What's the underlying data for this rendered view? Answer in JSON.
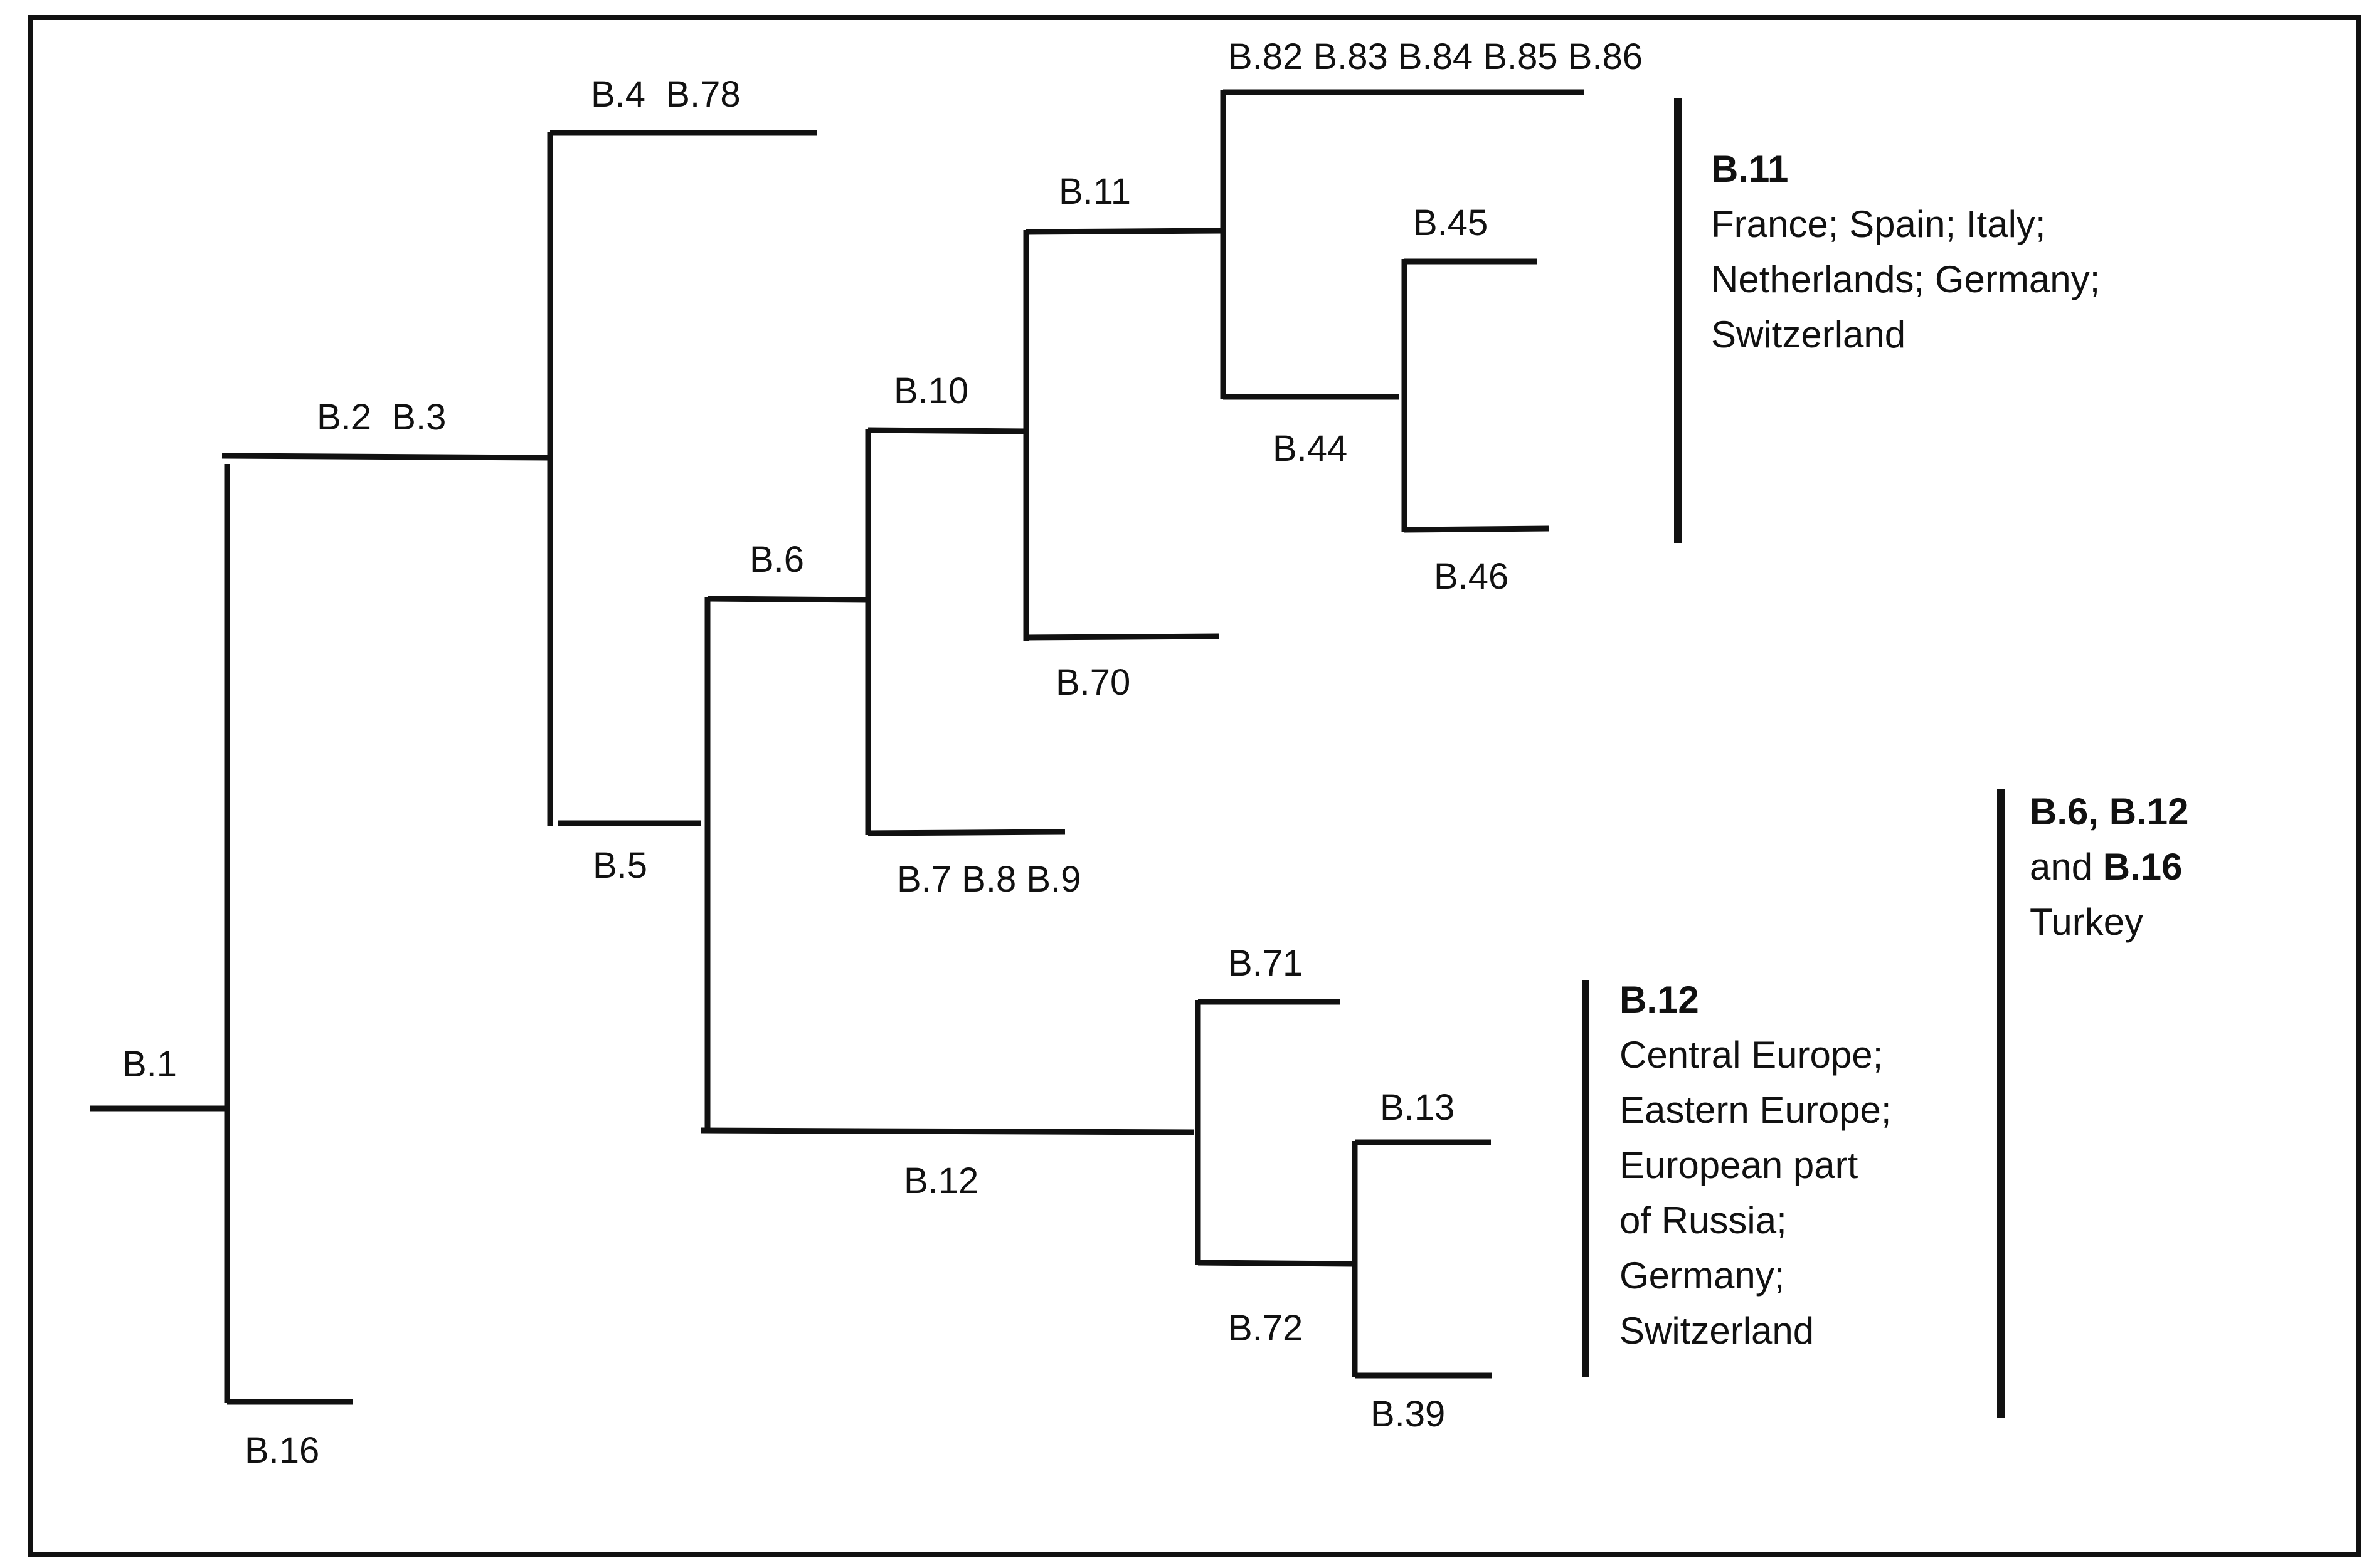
{
  "lineages": {
    "b1": "B.1",
    "b16": "B.16",
    "b2_b3": "B.2  B.3",
    "b4_b78": "B.4  B.78",
    "b5": "B.5",
    "b6": "B.6",
    "b7_b8_b9": "B.7 B.8 B.9",
    "b10": "B.10",
    "b70": "B.70",
    "b11": "B.11",
    "b82_b86": "B.82 B.83 B.84 B.85 B.86",
    "b44": "B.44",
    "b45": "B.45",
    "b46": "B.46",
    "b12": "B.12",
    "b71": "B.71",
    "b72": "B.72",
    "b13": "B.13",
    "b39": "B.39"
  },
  "annotations": {
    "b11_group": {
      "title": "B.11",
      "lines": [
        "France; Spain; Italy;",
        "Netherlands; Germany;",
        "Switzerland"
      ]
    },
    "b12_group": {
      "title": "B.12",
      "lines": [
        "Central Europe;",
        "Eastern Europe;",
        "European part",
        "of Russia;",
        "Germany;",
        "Switzerland"
      ]
    },
    "turkey_group": {
      "title_part1": "B.6, B.12",
      "and_word": "and ",
      "title_part2": "B.16",
      "lines": [
        "Turkey"
      ]
    }
  },
  "colors": {
    "line": "#111111",
    "background": "#ffffff"
  }
}
